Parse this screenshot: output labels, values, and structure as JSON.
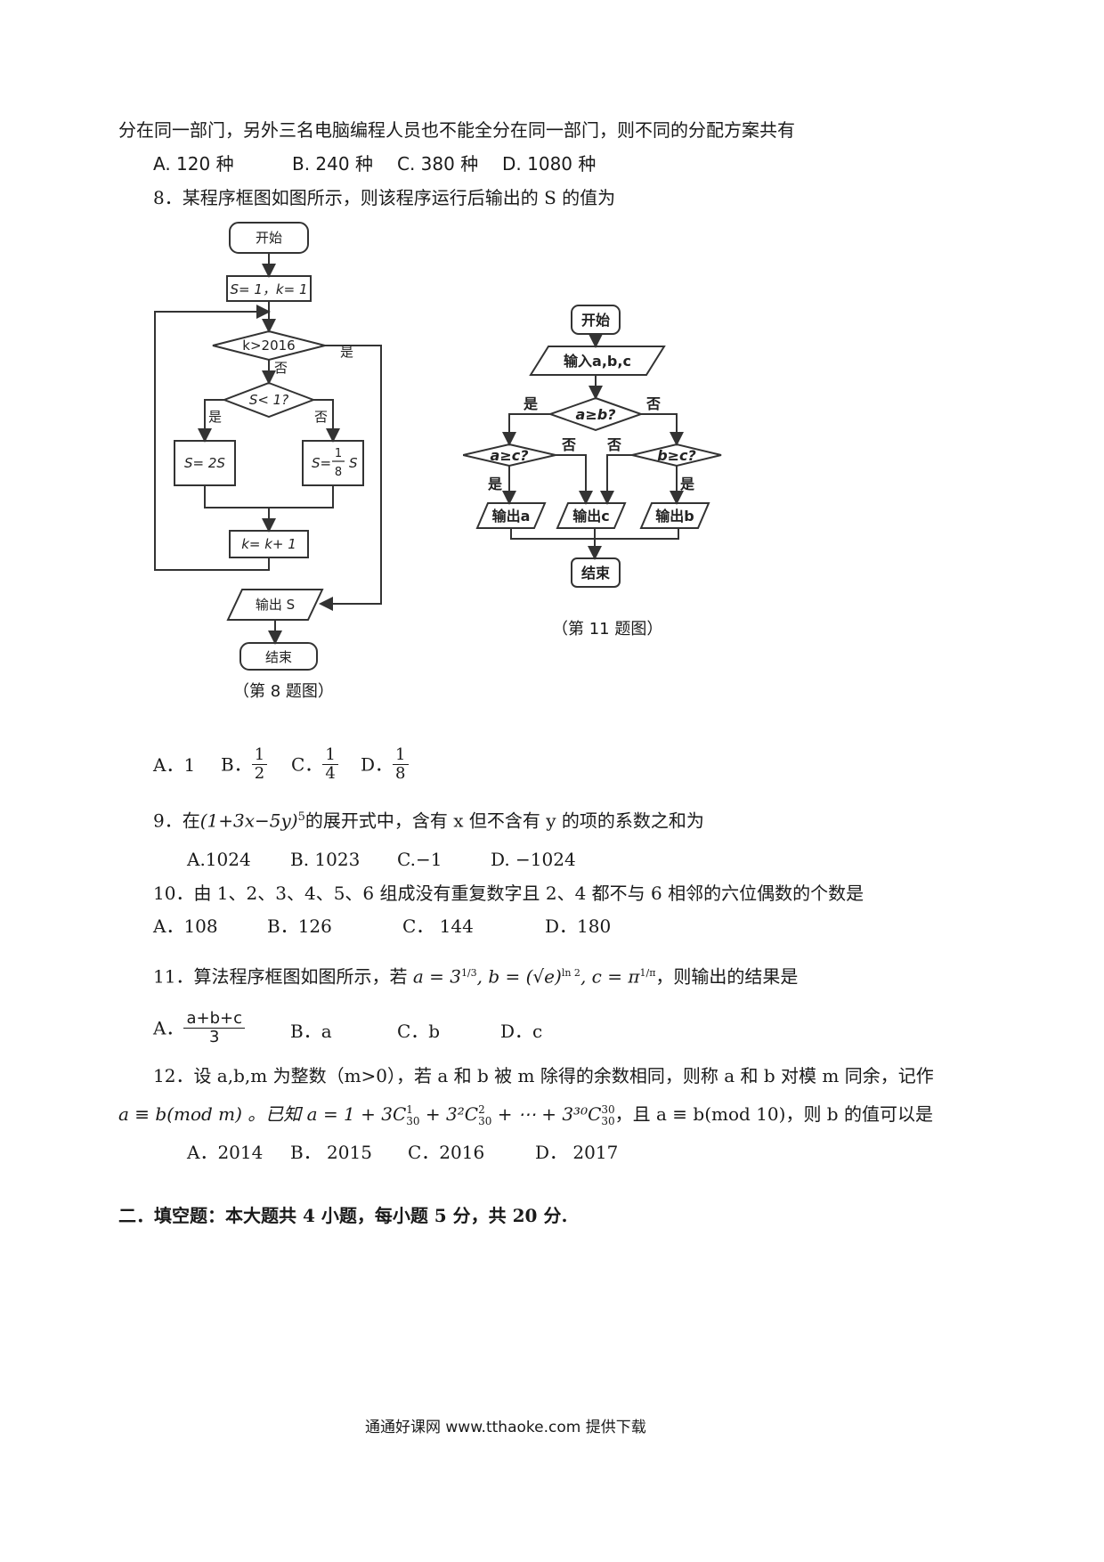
{
  "q7": {
    "tail": "分在同一部门，另外三名电脑编程人员也不能全分在同一部门，则不同的分配方案共有",
    "options": [
      "A. 120 种",
      "B. 240 种",
      "C. 380 种",
      "D. 1080 种"
    ]
  },
  "q8": {
    "stem": "8．某程序框图如图所示，则该程序运行后输出的 S 的值为",
    "caption": "（第 8 题图）",
    "flow": {
      "start": "开始",
      "init": "S= 1，k= 1",
      "cond1": "k>2016",
      "cond2": "S< 1?",
      "yes": "是",
      "no": "否",
      "assign_left": "S= 2S",
      "assign_right_prefix": "S=",
      "assign_right_num": "1",
      "assign_right_den": "8",
      "assign_right_suffix": "S",
      "incr": "k= k+ 1",
      "output": "输出 S",
      "end": "结束"
    },
    "options": [
      {
        "label": "A．",
        "value": "1"
      },
      {
        "label": "B．",
        "num": "1",
        "den": "2"
      },
      {
        "label": "C．",
        "num": "1",
        "den": "4"
      },
      {
        "label": "D．",
        "num": "1",
        "den": "8"
      }
    ]
  },
  "q11fig": {
    "caption": "（第 11 题图）",
    "flow": {
      "start": "开始",
      "input": "输入a,b,c",
      "c1": "a≥b?",
      "c2": "a≥c?",
      "c3": "b≥c?",
      "yes": "是",
      "no": "否",
      "outa": "输出a",
      "outc": "输出c",
      "outb": "输出b",
      "end": "结束"
    }
  },
  "q9": {
    "prefix": "9．在",
    "expr": "(1+3x−5y)",
    "exp": "5",
    "suffix": "的展开式中，含有 x 但不含有 y 的项的系数之和为",
    "options": [
      "A.1024",
      "B. 1023",
      "C.−1",
      "D.  −1024"
    ]
  },
  "q10": {
    "stem": "10．由 1、2、3、4、5、6 组成没有重复数字且 2、4 都不与 6 相邻的六位偶数的个数是",
    "options": [
      "A．108",
      "B．126",
      "C．  144",
      "D．180"
    ]
  },
  "q11": {
    "prefix": "11．算法程序框图如图所示，若",
    "a_def": "a = 3",
    "a_exp": "1/3",
    "b_def": ", b = (√e)",
    "b_exp": "ln 2",
    "c_def": ", c = π",
    "c_exp": "1/π",
    "suffix": "，则输出的结果是",
    "optA_label": "A．",
    "optA_num": "a+b+c",
    "optA_den": "3",
    "options": [
      "B．a",
      "C．b",
      "D．c"
    ]
  },
  "q12": {
    "line1": "12．设 a,b,m 为整数（m>0），若 a 和 b 被 m 除得的余数相同，则称 a 和 b 对模 m 同余，记作",
    "line2a": "a ≡ b(mod    m) 。已知",
    "line2b": "a = 1 + 3C",
    "line2c": "+ 3²C",
    "line2d": "+ ⋯ + 3³⁰C",
    "line2e": "，且 a ≡ b(mod    10)，则 b 的值可以是",
    "sub": "30",
    "sup1": "1",
    "sup2": "2",
    "sup30": "30",
    "options": [
      "A．2014",
      "B．  2015",
      "C．2016",
      "D．  2017"
    ]
  },
  "section2": "二．填空题：本大题共 4 小题，每小题 5 分，共 20 分.",
  "footer": "通通好课网  www.tthaoke.com  提供下载"
}
